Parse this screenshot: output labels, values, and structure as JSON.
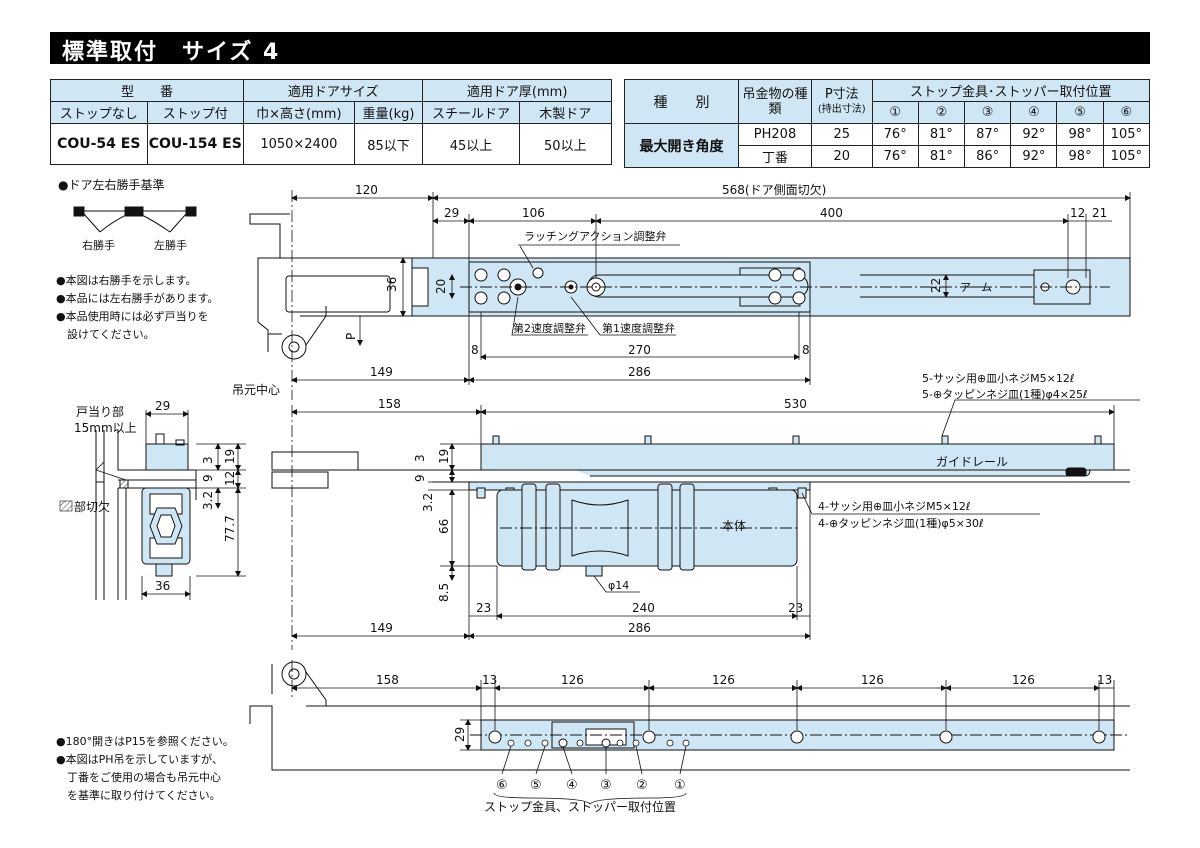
{
  "banner": {
    "title": "標準取付　サイズ 4"
  },
  "table_model": {
    "h_model": "型　　番",
    "h_door_size": "適用ドアサイズ",
    "h_door_thickness": "適用ドア厚(mm)",
    "h_no_stop": "ストップなし",
    "h_with_stop": "ストップ付",
    "h_wh": "巾×高さ(mm)",
    "h_weight": "重量(kg)",
    "h_steel": "スチールドア",
    "h_wood": "木製ドア",
    "v_no_stop": "COU-54 ES",
    "v_with_stop": "COU-154 ES",
    "v_wh": "1050×2400",
    "v_weight": "85以下",
    "v_steel": "45以上",
    "v_wood": "50以上"
  },
  "table_angle": {
    "h_type": "種　　別",
    "h_hanger": "吊金物の種類",
    "h_p": "P寸法",
    "h_p_sub": "(持出寸法)",
    "h_stop_pos": "ストップ金具･ストッパー取付位置",
    "positions": [
      "①",
      "②",
      "③",
      "④",
      "⑤",
      "⑥"
    ],
    "row_label": "最大開き角度",
    "rows": [
      {
        "hanger": "PH208",
        "p": "25",
        "angles": [
          "76°",
          "81°",
          "87°",
          "92°",
          "98°",
          "105°"
        ]
      },
      {
        "hanger": "丁番",
        "p": "20",
        "angles": [
          "76°",
          "81°",
          "86°",
          "92°",
          "98°",
          "105°"
        ]
      }
    ]
  },
  "hand": {
    "title": "●ドア左右勝手基準",
    "right": "右勝手",
    "left": "左勝手"
  },
  "notes_top": [
    "●本図は右勝手を示します。",
    "●本品には左右勝手があります。",
    "●本品使用時には必ず戸当りを",
    "　設けてください。"
  ],
  "notes_bottom": [
    "●180°開きはP15を参照ください。",
    "●本図はPH吊を示していますが、",
    "　丁番をご使用の場合も吊元中心",
    "　を基準に取り付けてください。"
  ],
  "top_view": {
    "d120": "120",
    "d568": "568(ドア側面切欠)",
    "d29": "29",
    "d106": "106",
    "d400": "400",
    "d12": "12",
    "d21": "21",
    "d36": "36",
    "d20": "20",
    "d22": "22",
    "dP": "P",
    "latch": "ラッチングアクション調整弁",
    "arm": "アーム",
    "valve2": "第2速度調整弁",
    "valve1": "第1速度調整弁",
    "d8a": "8",
    "d270": "270",
    "d8b": "8",
    "d149": "149",
    "d286": "286"
  },
  "pivot_label": "吊元中心",
  "side_view": {
    "d158": "158",
    "d530": "530",
    "screw5a": "5-サッシ用⊕皿小ネジM5×12ℓ",
    "screw5b": "5-⊕タッピンネジ皿(1種)φ4×25ℓ",
    "d3": "3",
    "d19": "19",
    "d9": "9",
    "d32": "3.2",
    "d66": "66",
    "d85": "8.5",
    "rail": "ガイドレール",
    "body": "本体",
    "screw4a": "4-サッシ用⊕皿小ネジM5×12ℓ",
    "screw4b": "4-⊕タッピンネジ皿(1種)φ5×30ℓ",
    "d14": "φ14",
    "d23a": "23",
    "d240": "240",
    "d23b": "23",
    "d149": "149",
    "d286": "286"
  },
  "section_view": {
    "stop_label": "戸当り部",
    "stop_label2": "15mm以上",
    "d29": "29",
    "d3": "3",
    "d19": "19",
    "d12": "12",
    "d9": "9",
    "d32": "3.2",
    "d777": "77.7",
    "d36": "36",
    "cut": "部切欠"
  },
  "bottom_view": {
    "d158": "158",
    "d13a": "13",
    "d126a": "126",
    "d126b": "126",
    "d126c": "126",
    "d126d": "126",
    "d13b": "13",
    "d29": "29",
    "positions": [
      "⑥",
      "⑤",
      "④",
      "③",
      "②",
      "①"
    ],
    "caption": "ストップ金具、ストッパー取付位置"
  },
  "colors": {
    "part_fill": "#cfe6f4",
    "banner": "#000000",
    "line": "#111111"
  }
}
